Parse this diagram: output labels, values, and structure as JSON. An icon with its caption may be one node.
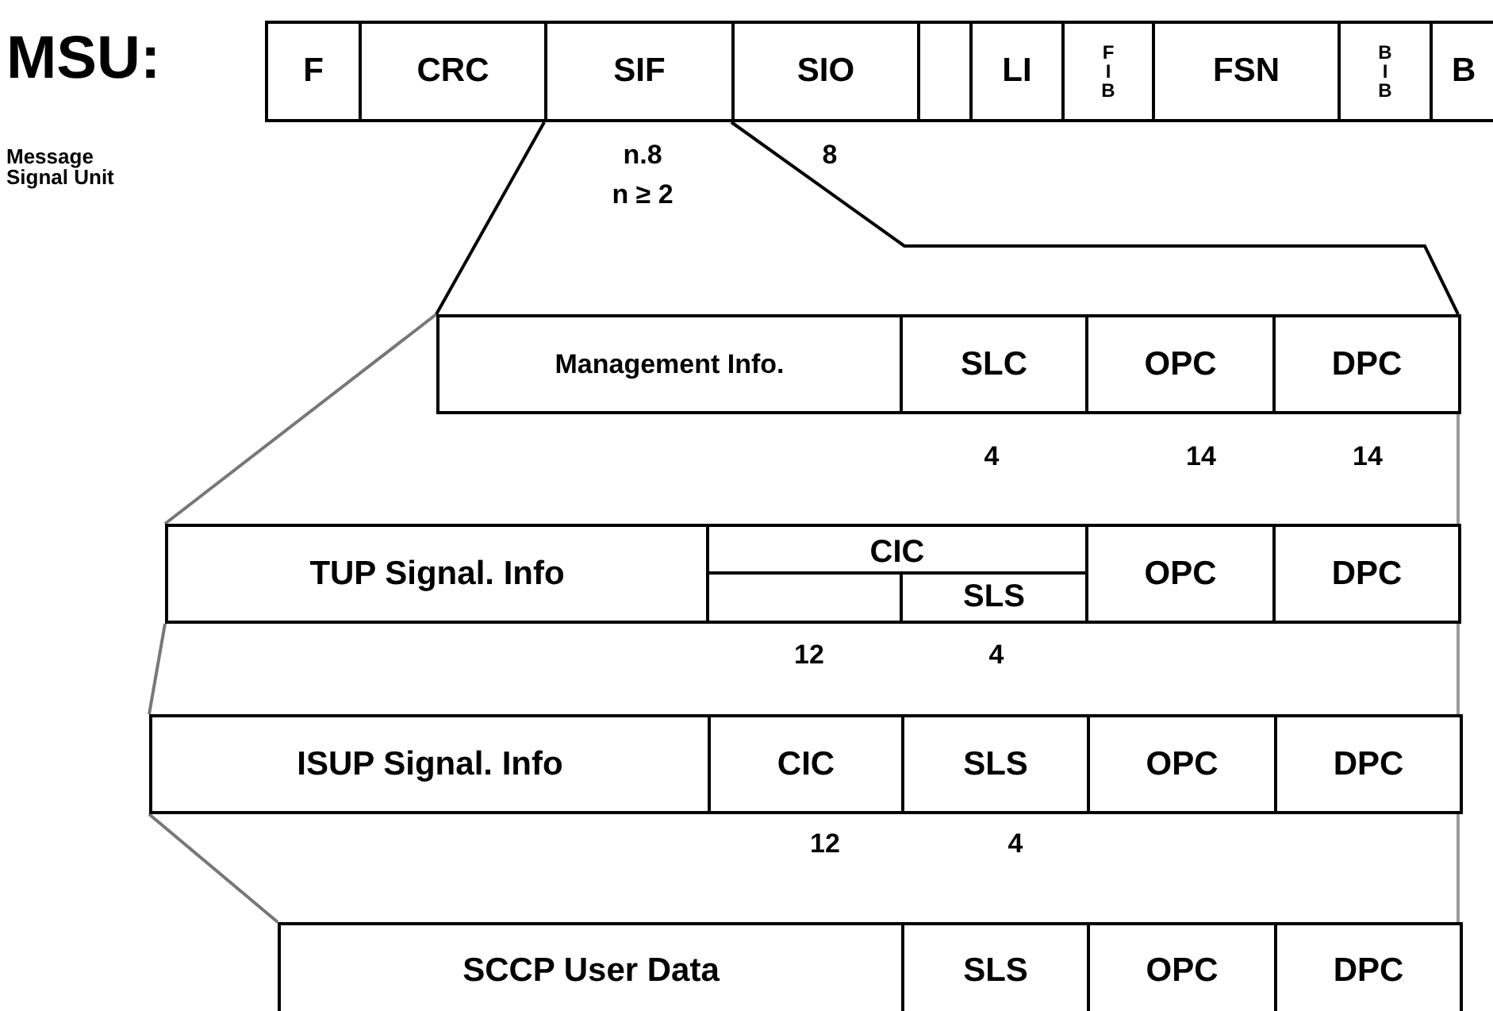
{
  "diagram": {
    "title": "MSU:",
    "nodes": [
      {
        "text": [
          "F"
        ]
      },
      {
        "text": [
          "CRC"
        ]
      },
      {
        "text": [
          "SIF"
        ],
        "beside": [
          "n.8",
          "n ≥ 2"
        ]
      },
      {
        "text": [
          "SIO"
        ],
        "beside": [
          "8"
        ]
      },
      {
        "text": [],
        "shape": "box"
      },
      {
        "text": [
          "LI"
        ]
      },
      {
        "text": [
          "F I B"
        ]
      },
      {
        "text": [
          "FSN"
        ]
      },
      {
        "text": [
          "B I B"
        ]
      },
      {
        "text": [
          "B"
        ]
      },
      {
        "text": [
          "Management Info."
        ]
      },
      {
        "text": [
          "SLC"
        ],
        "beside": [
          "4"
        ]
      },
      {
        "text": [
          "OPC"
        ],
        "beside": [
          "14"
        ]
      },
      {
        "text": [
          "DPC"
        ],
        "beside": [
          "14"
        ]
      },
      {
        "text": [
          "TUP Signal. Info"
        ]
      },
      {
        "text": [
          "CIC"
        ]
      },
      {
        "text": [],
        "shape": "box",
        "beside": [
          "12"
        ]
      },
      {
        "text": [
          "SLS"
        ],
        "beside": [
          "4"
        ]
      },
      {
        "text": [
          "OPC"
        ]
      },
      {
        "text": [
          "DPC"
        ]
      },
      {
        "text": [
          "ISUP Signal. Info"
        ]
      },
      {
        "text": [
          "CIC"
        ],
        "beside": [
          "12"
        ]
      },
      {
        "text": [
          "SLS"
        ],
        "beside": [
          "4"
        ]
      },
      {
        "text": [
          "OPC"
        ]
      },
      {
        "text": [
          "DPC"
        ]
      },
      {
        "text": [
          "SCCP User Data"
        ]
      },
      {
        "text": [
          "SLS"
        ]
      },
      {
        "text": [
          "OPC"
        ]
      },
      {
        "text": [
          "DPC"
        ]
      }
    ],
    "labels": [
      "Message Signal Unit"
    ]
  }
}
